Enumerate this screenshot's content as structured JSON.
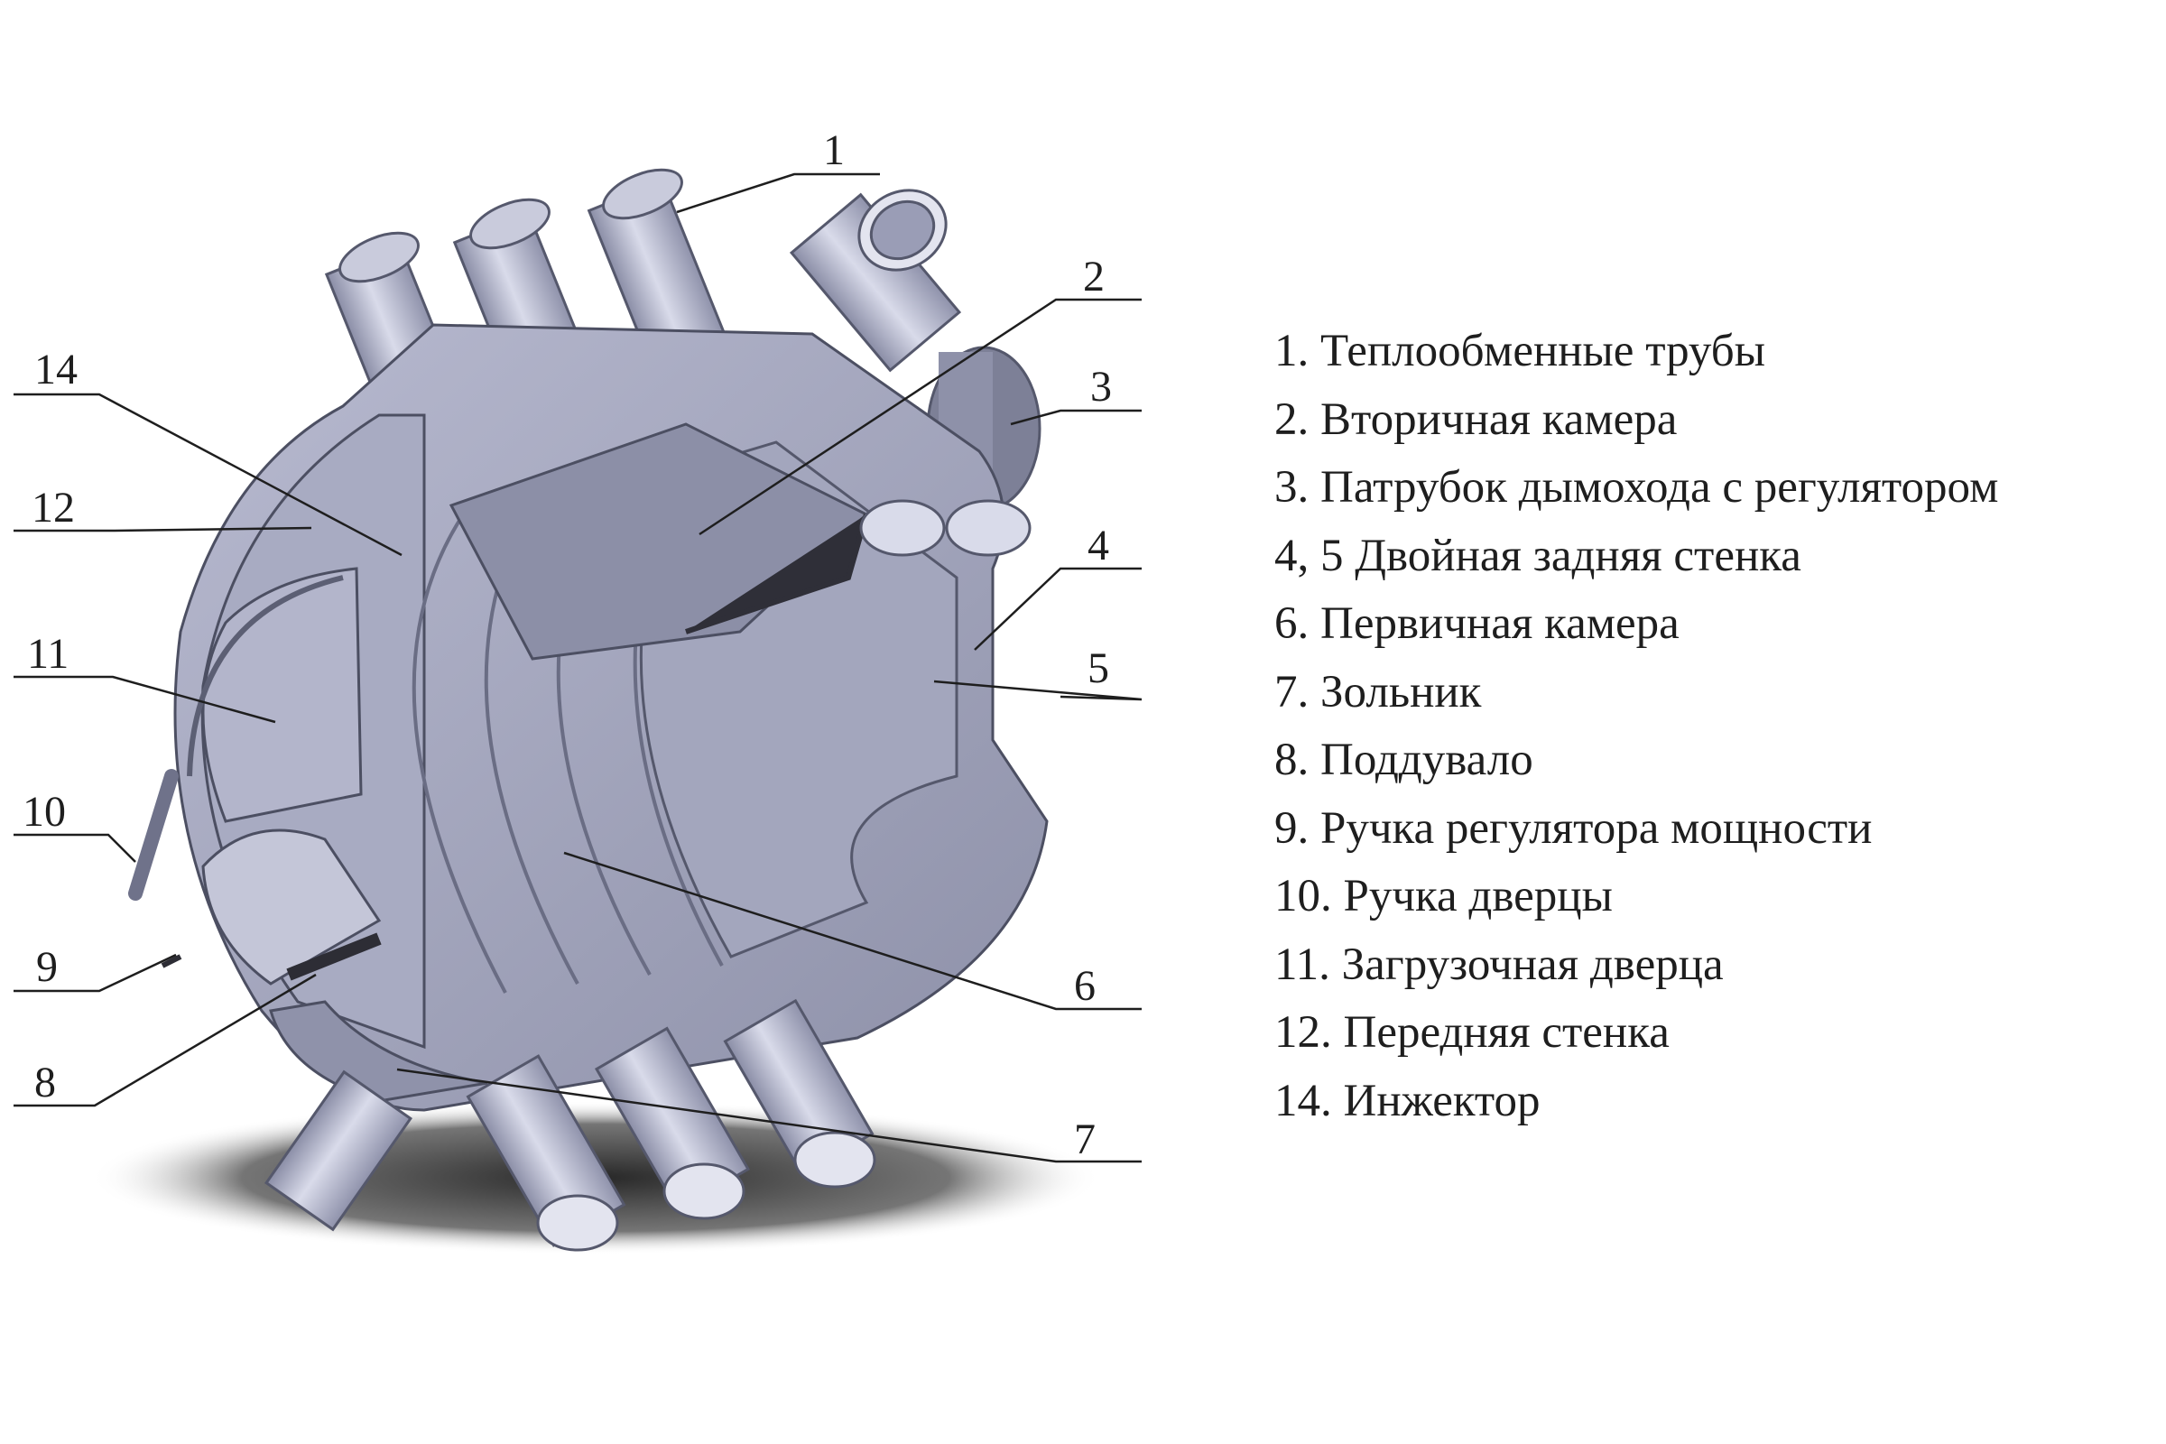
{
  "callouts": {
    "n1": "1",
    "n2": "2",
    "n3": "3",
    "n4": "4",
    "n5": "5",
    "n6": "6",
    "n7": "7",
    "n8": "8",
    "n9": "9",
    "n10": "10",
    "n11": "11",
    "n12": "12",
    "n14": "14"
  },
  "legend": [
    "1. Теплообменные трубы",
    "2. Вторичная камера",
    "3. Патрубок дымохода с регулятором",
    "4, 5 Двойная задняя стенка",
    "6. Первичная камера",
    "7. Зольник",
    "8. Поддувало",
    "9. Ручка регулятора мощности",
    "10. Ручка дверцы",
    "11. Загрузочная дверца",
    "12. Передняя стенка",
    "14. Инжектор"
  ],
  "colors": {
    "metal": "#a9abc4",
    "metal_dark": "#6f7288",
    "metal_light": "#d4d6e6",
    "line": "#3a3a3a",
    "shadow": "#2a2a2a"
  }
}
